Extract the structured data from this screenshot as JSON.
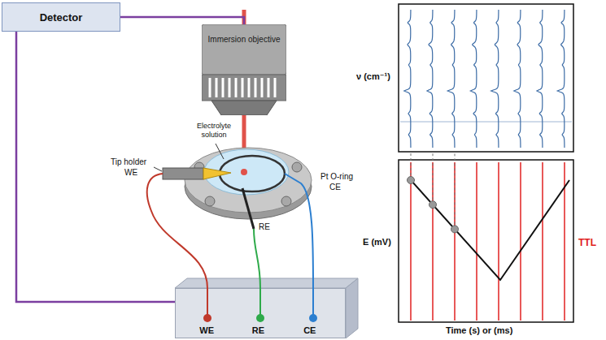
{
  "diagram": {
    "nodes": [
      {
        "text": [
          "Detector"
        ]
      },
      {
        "text": [
          "Immersion objective"
        ]
      },
      {
        "text": [
          "WE",
          "RE",
          "CE"
        ]
      }
    ],
    "edges": [
      {
        "from": 0,
        "to": 1,
        "arrow": "none"
      },
      {
        "from": 0,
        "to": 2,
        "arrow": "none"
      }
    ],
    "labels": [
      "Electrolyte solution",
      "Tip holder",
      "WE",
      "RE",
      "Pt O-ring",
      "CE",
      "ν (cm⁻¹)",
      "E (mV)",
      "TTL",
      "Time (s) or (ms)"
    ]
  }
}
